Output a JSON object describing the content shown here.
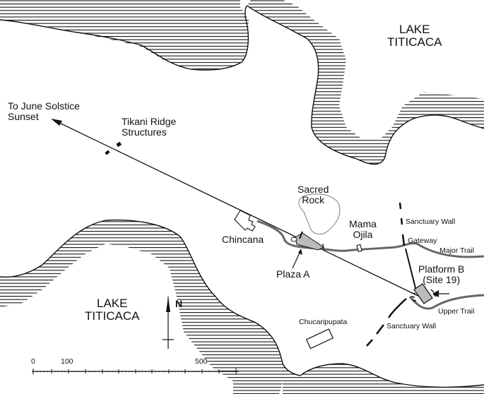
{
  "map": {
    "lakes": [
      {
        "line1": "LAKE",
        "line2": "TITICACA",
        "position": "top-right"
      },
      {
        "line1": "LAKE",
        "line2": "TITICACA",
        "position": "bottom-left"
      }
    ],
    "labels": {
      "solstice_line1": "To June Solstice",
      "solstice_line2": "Sunset",
      "tikani_line1": "Tikani Ridge",
      "tikani_line2": "Structures",
      "sacred_line1": "Sacred",
      "sacred_line2": "Rock",
      "chincana": "Chincana",
      "plaza_a": "Plaza A",
      "mama_line1": "Mama",
      "mama_line2": "Ojila",
      "sanctuary_wall_north": "Sanctuary Wall",
      "gateway": "Gateway",
      "major_trail": "Major Trail",
      "platform_line1": "Platform B",
      "platform_line2": "(Site 19)",
      "upper_trail": "Upper Trail",
      "sanctuary_wall_south": "Sanctuary Wall",
      "chucaripupata": "Chucaripupata"
    },
    "north_arrow": {
      "label": "N",
      "icon": "north-arrow-icon"
    },
    "scale_bar": {
      "tick_labels": [
        "0",
        "100",
        "500"
      ],
      "max": 600,
      "minor_step": 10
    }
  },
  "colors": {
    "ink": "#111111",
    "trail": "#666666",
    "fill_gray": "#bbbbbb",
    "rock_outline": "#999999"
  }
}
